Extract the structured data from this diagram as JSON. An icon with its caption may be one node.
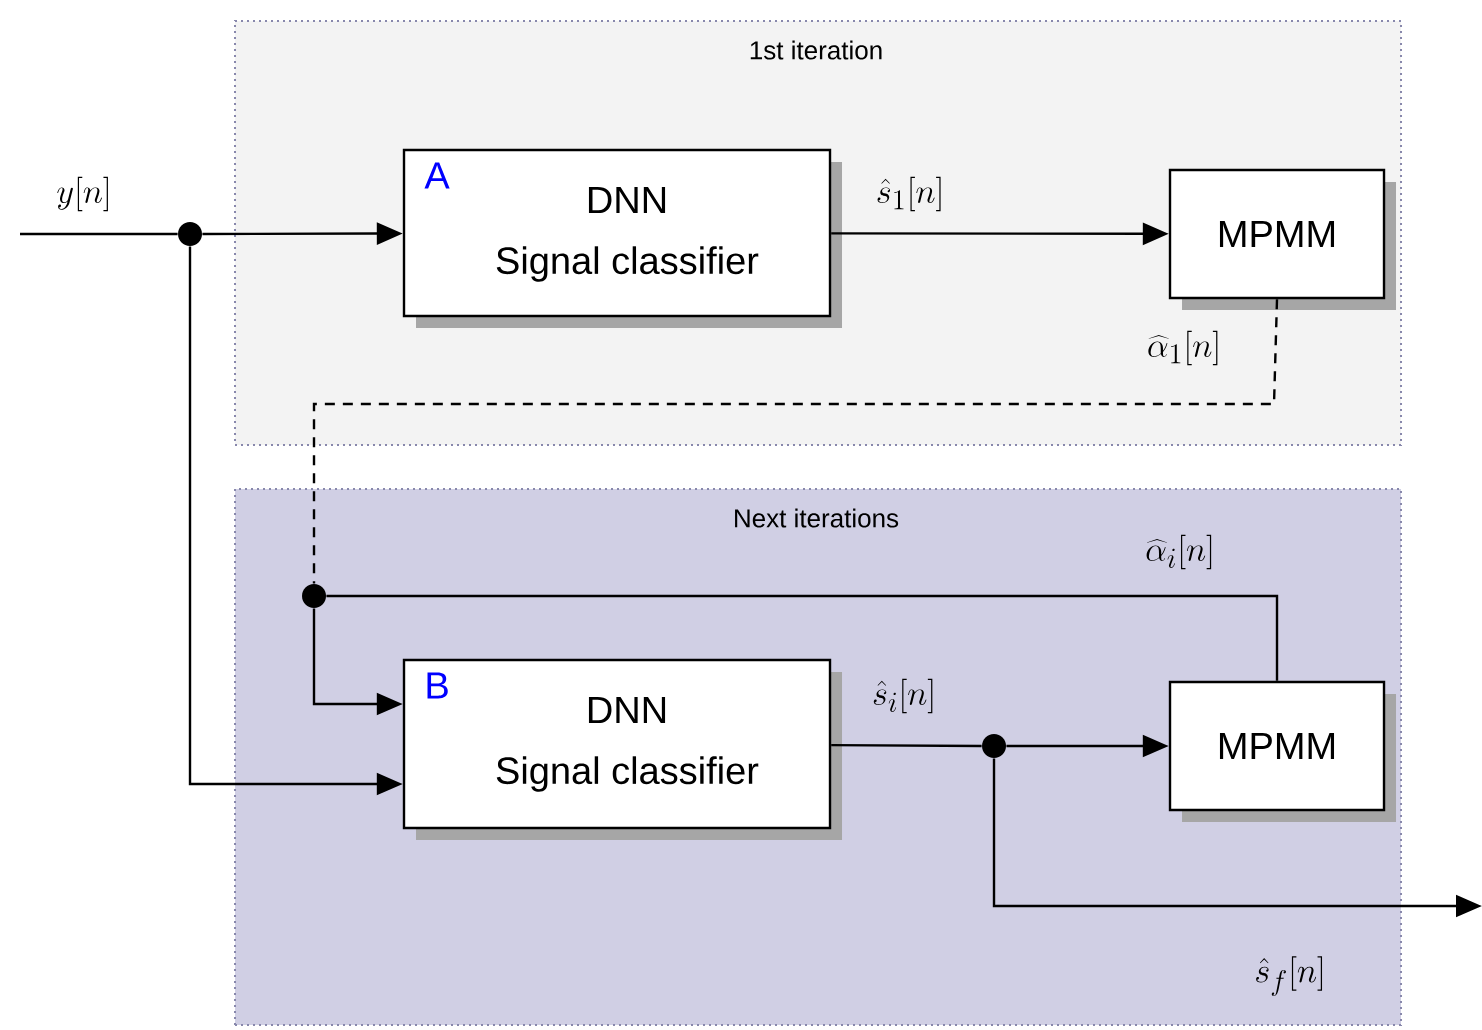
{
  "diagram": {
    "nodes": [
      {
        "text": [
          "1st iteration"
        ]
      },
      {
        "text": [
          "A",
          "DNN",
          "Signal classifier"
        ],
        "in": 0
      },
      {
        "text": [
          "MPMM"
        ],
        "in": 0
      },
      {
        "text": [
          "Next iterations"
        ]
      },
      {
        "text": [
          "B",
          "DNN",
          "Signal classifier"
        ],
        "in": 3
      },
      {
        "text": [
          "MPMM"
        ],
        "in": 3
      },
      {
        "text": [],
        "shape": "circle"
      },
      {
        "text": [],
        "shape": "circle",
        "in": 3
      },
      {
        "text": [],
        "shape": "circle",
        "in": 3
      }
    ],
    "edges": [
      {
        "from": null,
        "to": 6,
        "arrow": "none",
        "label": "y[n]"
      },
      {
        "from": 6,
        "to": 1,
        "arrow": "to"
      },
      {
        "from": 1,
        "to": 2,
        "arrow": "to",
        "label": "\\hat{s}_1[n]"
      },
      {
        "from": 2,
        "to": 7,
        "arrow": "none",
        "style": "dashed",
        "label": "\\widehat{\\alpha}_1[n]"
      },
      {
        "from": 5,
        "to": 7,
        "arrow": "none",
        "label": "\\widehat{\\alpha}_i[n]"
      },
      {
        "from": 7,
        "to": 4,
        "arrow": "to"
      },
      {
        "from": 6,
        "to": 4,
        "arrow": "to"
      },
      {
        "from": 4,
        "to": 8,
        "arrow": "none",
        "label": "\\hat{s}_i[n]"
      },
      {
        "from": 8,
        "to": 5,
        "arrow": "to"
      },
      {
        "from": 8,
        "to": null,
        "arrow": "to",
        "label": "\\hat{s}_f[n]"
      }
    ]
  }
}
